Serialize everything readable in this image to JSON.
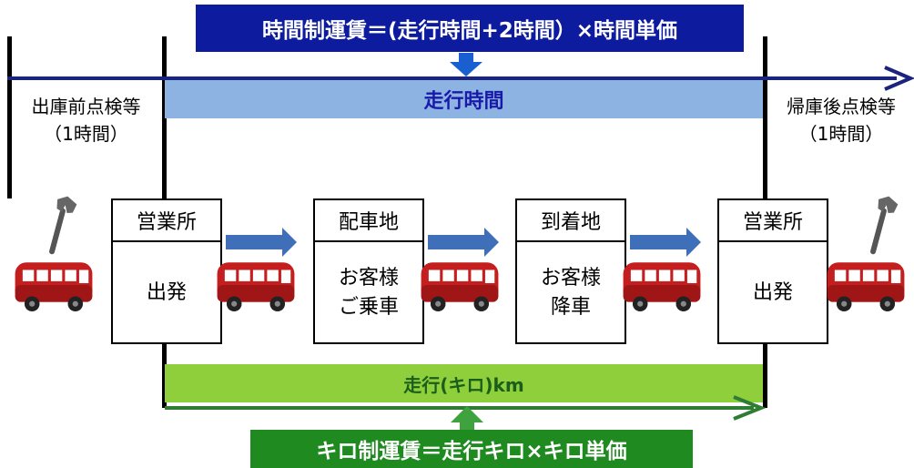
{
  "title_formula": "時間制運賃＝(走行時間+2時間）×時間単価",
  "bottom_formula": "キロ制運賃＝走行キロ×キロ単価",
  "bands": {
    "time": "走行時間",
    "distance": "走行(キロ)km"
  },
  "pre_check": {
    "line1": "出庫前点検等",
    "line2": "（1時間）"
  },
  "post_check": {
    "line1": "帰庫後点検等",
    "line2": "（1時間）"
  },
  "boxes": [
    {
      "header": "営業所",
      "line1": "出発",
      "line2": ""
    },
    {
      "header": "配車地",
      "line1": "お客様",
      "line2": "ご乗車"
    },
    {
      "header": "到着地",
      "line1": "お客様",
      "line2": "降車"
    },
    {
      "header": "営業所",
      "line1": "出発",
      "line2": ""
    }
  ],
  "icons": [
    "wrench-icon",
    "bus-icon",
    "right-arrow-icon"
  ],
  "colors": {
    "title_bg": "#0d1b9e",
    "bottom_bg": "#1f8a1f",
    "time_band": "#8db3e2",
    "distance_band": "#8fcf3c",
    "timeline_arrow": "#1a237e",
    "distance_arrow": "#2e7d32",
    "bus": "#c62828"
  }
}
